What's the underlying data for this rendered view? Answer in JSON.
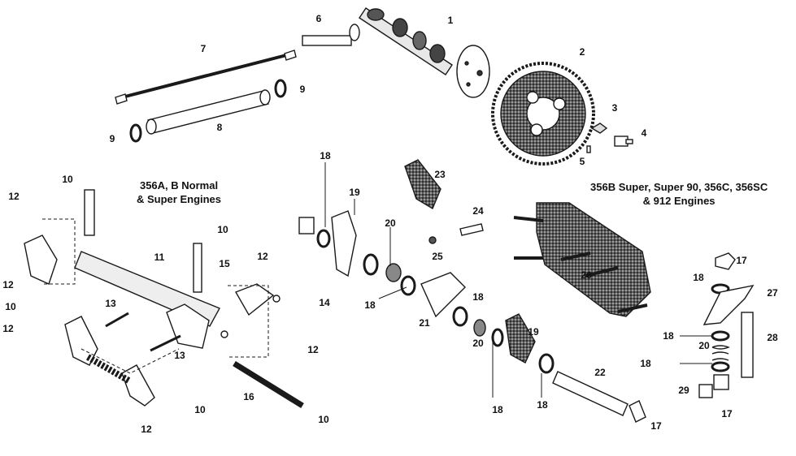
{
  "headings": {
    "left_line1": "356A, B Normal",
    "left_line2": "& Super Engines",
    "right_line1": "356B Super, Super 90, 356C, 356SC",
    "right_line2": "& 912 Engines"
  },
  "part_numbers": [
    "1",
    "2",
    "3",
    "4",
    "5",
    "6",
    "7",
    "8",
    "9",
    "9",
    "10",
    "10",
    "10",
    "10",
    "10",
    "11",
    "12",
    "12",
    "12",
    "12",
    "12",
    "12",
    "13",
    "13",
    "14",
    "15",
    "16",
    "17",
    "17",
    "17",
    "18",
    "18",
    "18",
    "18",
    "18",
    "18",
    "18",
    "18",
    "19",
    "19",
    "20",
    "20",
    "20",
    "21",
    "22",
    "23",
    "24",
    "25",
    "26",
    "27",
    "28",
    "29"
  ],
  "colors": {
    "ink": "#1a1a1a",
    "paper": "#ffffff",
    "shade": "#9a9a9a"
  }
}
